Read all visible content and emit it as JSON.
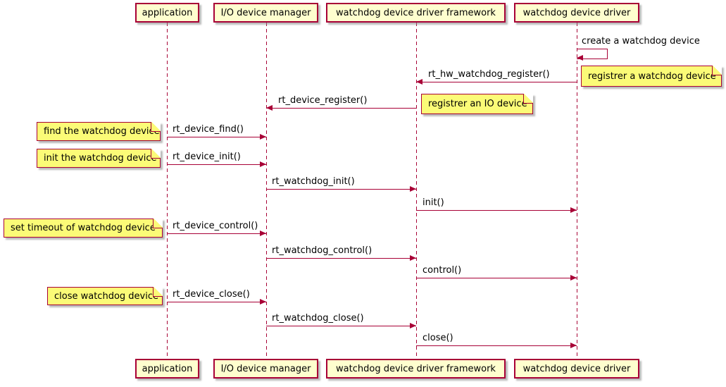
{
  "diagram": {
    "type": "sequence-diagram",
    "colors": {
      "participant_fill": "#FEFECE",
      "note_fill": "#FBFB77",
      "line_and_border": "#A80036",
      "text": "#000000",
      "background": "#FFFFFF"
    },
    "participants": [
      {
        "label": "application"
      },
      {
        "label": "I/O device manager"
      },
      {
        "label": "watchdog device driver framework"
      },
      {
        "label": "watchdog device driver"
      }
    ],
    "messages": [
      {
        "label": "create a watchdog device",
        "from": "watchdog device driver",
        "to": "watchdog device driver",
        "kind": "self"
      },
      {
        "label": "rt_hw_watchdog_register()",
        "from": "watchdog device driver",
        "to": "watchdog device driver framework",
        "kind": "arrow"
      },
      {
        "label": "rt_device_register()",
        "from": "watchdog device driver framework",
        "to": "I/O device manager",
        "kind": "arrow"
      },
      {
        "label": "rt_device_find()",
        "from": "application",
        "to": "I/O device manager",
        "kind": "arrow"
      },
      {
        "label": "rt_device_init()",
        "from": "application",
        "to": "I/O device manager",
        "kind": "arrow"
      },
      {
        "label": "rt_watchdog_init()",
        "from": "I/O device manager",
        "to": "watchdog device driver framework",
        "kind": "arrow"
      },
      {
        "label": "init()",
        "from": "watchdog device driver framework",
        "to": "watchdog device driver",
        "kind": "arrow"
      },
      {
        "label": "rt_device_control()",
        "from": "application",
        "to": "I/O device manager",
        "kind": "arrow"
      },
      {
        "label": "rt_watchdog_control()",
        "from": "I/O device manager",
        "to": "watchdog device driver framework",
        "kind": "arrow"
      },
      {
        "label": "control()",
        "from": "watchdog device driver framework",
        "to": "watchdog device driver",
        "kind": "arrow"
      },
      {
        "label": "rt_device_close()",
        "from": "application",
        "to": "I/O device manager",
        "kind": "arrow"
      },
      {
        "label": "rt_watchdog_close()",
        "from": "I/O device manager",
        "to": "watchdog device driver framework",
        "kind": "arrow"
      },
      {
        "label": "close()",
        "from": "watchdog device driver framework",
        "to": "watchdog device driver",
        "kind": "arrow"
      }
    ],
    "notes": [
      {
        "text": "registrer a watchdog device",
        "position": "right of watchdog device driver"
      },
      {
        "text": "registrer an IO device",
        "position": "right of watchdog device driver framework"
      },
      {
        "text": "find the watchdog device",
        "position": "left of application"
      },
      {
        "text": "init the watchdog device",
        "position": "left of application"
      },
      {
        "text": "set timeout of watchdog device",
        "position": "left of application"
      },
      {
        "text": "close watchdog device",
        "position": "left of application"
      }
    ]
  }
}
